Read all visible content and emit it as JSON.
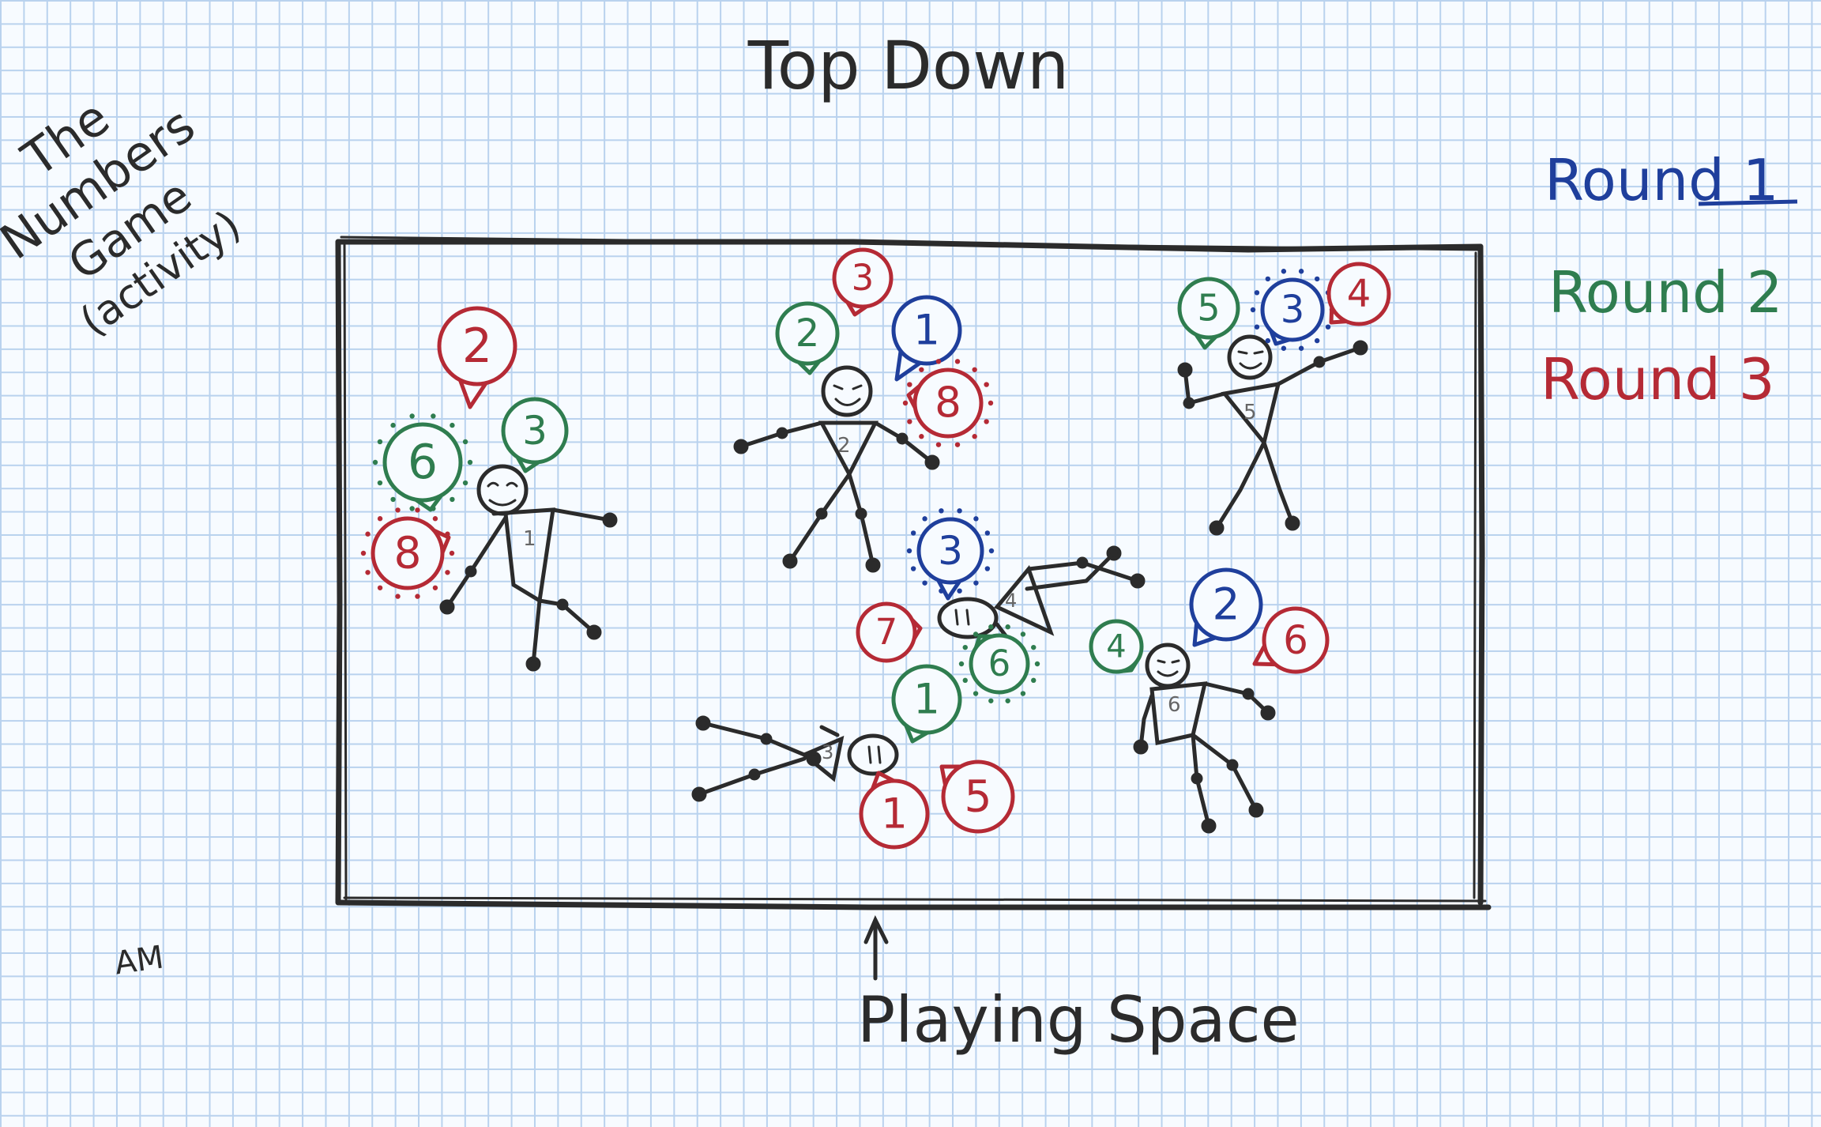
{
  "title_text": "Top Down",
  "side_title": {
    "line1": "The",
    "line2": "Numbers",
    "line3": "Game",
    "line4": "(activity)"
  },
  "legend": [
    {
      "label": "Round 1",
      "color": "#1f3f9c"
    },
    {
      "label": "Round 2",
      "color": "#2f7d4f"
    },
    {
      "label": "Round 3",
      "color": "#b52a35"
    }
  ],
  "playing_space_label": "Playing Space",
  "signature": "AM",
  "colors": {
    "ink": "#2b2b2b",
    "round1": "#1f3f9c",
    "round2": "#2f7d4f",
    "round3": "#b52a35"
  },
  "players": [
    {
      "jersey": "1",
      "pose": "standing"
    },
    {
      "jersey": "2",
      "pose": "standing"
    },
    {
      "jersey": "5",
      "pose": "standing"
    },
    {
      "jersey": "4",
      "pose": "lying"
    },
    {
      "jersey": "3",
      "pose": "lying"
    },
    {
      "jersey": "6",
      "pose": "standing"
    }
  ],
  "bubbles": [
    {
      "num": "2",
      "round": 3,
      "shouting": false
    },
    {
      "num": "6",
      "round": 2,
      "shouting": true
    },
    {
      "num": "3",
      "round": 2,
      "shouting": false
    },
    {
      "num": "8",
      "round": 3,
      "shouting": true
    },
    {
      "num": "3",
      "round": 3,
      "shouting": false
    },
    {
      "num": "2",
      "round": 2,
      "shouting": false
    },
    {
      "num": "1",
      "round": 1,
      "shouting": false
    },
    {
      "num": "8",
      "round": 3,
      "shouting": true
    },
    {
      "num": "5",
      "round": 2,
      "shouting": false
    },
    {
      "num": "3",
      "round": 1,
      "shouting": true
    },
    {
      "num": "4",
      "round": 3,
      "shouting": false
    },
    {
      "num": "3",
      "round": 1,
      "shouting": true
    },
    {
      "num": "7",
      "round": 3,
      "shouting": false
    },
    {
      "num": "6",
      "round": 2,
      "shouting": true
    },
    {
      "num": "4",
      "round": 2,
      "shouting": false
    },
    {
      "num": "2",
      "round": 1,
      "shouting": false
    },
    {
      "num": "6",
      "round": 3,
      "shouting": false
    },
    {
      "num": "1",
      "round": 2,
      "shouting": false
    },
    {
      "num": "1",
      "round": 3,
      "shouting": false
    },
    {
      "num": "5",
      "round": 3,
      "shouting": false
    }
  ]
}
